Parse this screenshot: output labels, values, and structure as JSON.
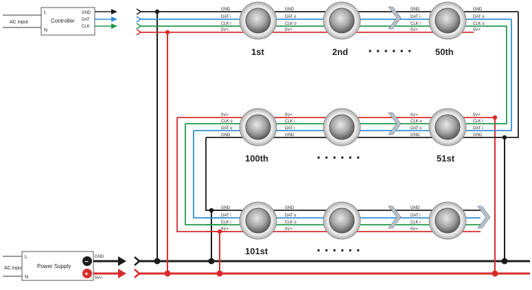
{
  "controller": {
    "ac_input": "AC input",
    "l": "L",
    "n": "N",
    "name": "Controller",
    "out_gnd": "GND",
    "out_dat": "DAT",
    "out_clk": "CLK"
  },
  "power_supply": {
    "ac_input": "AC input",
    "l": "L",
    "n": "N",
    "name": "Power Supply",
    "minus_symbol": "−",
    "plus_symbol": "+",
    "out_gnd": "GND",
    "out_5v": "5V+"
  },
  "pixels": {
    "row1_in_pins": [
      "GND",
      "DAT i",
      "CLK i",
      "5V+"
    ],
    "row1_out_pins": [
      "GND",
      "DAT o",
      "CLK o",
      "5V+"
    ],
    "row2_in_pins": [
      "5V+",
      "CLK i",
      "DAT i",
      "GND"
    ],
    "row2_out_pins": [
      "5V+",
      "CLK o",
      "DAT o",
      "GND"
    ],
    "row3_in_pins": [
      "GND",
      "DAT i",
      "CLK i",
      "5V+"
    ],
    "row3_out_pins": [
      "GND",
      "DAT o",
      "CLK o",
      "5V+"
    ],
    "label_1st": "1st",
    "label_2nd": "2nd",
    "label_50th": "50th",
    "label_51st": "51st",
    "label_100th": "100th",
    "label_101st": "101st",
    "ellipsis": "• • •   • • •"
  },
  "colors": {
    "gnd": "#1a1a1a",
    "dat": "#2b8fd6",
    "clk": "#1f9a4a",
    "v5": "#d92a2a",
    "led_outer": "#d9d9d9",
    "led_inner": "#8a8a8a"
  }
}
